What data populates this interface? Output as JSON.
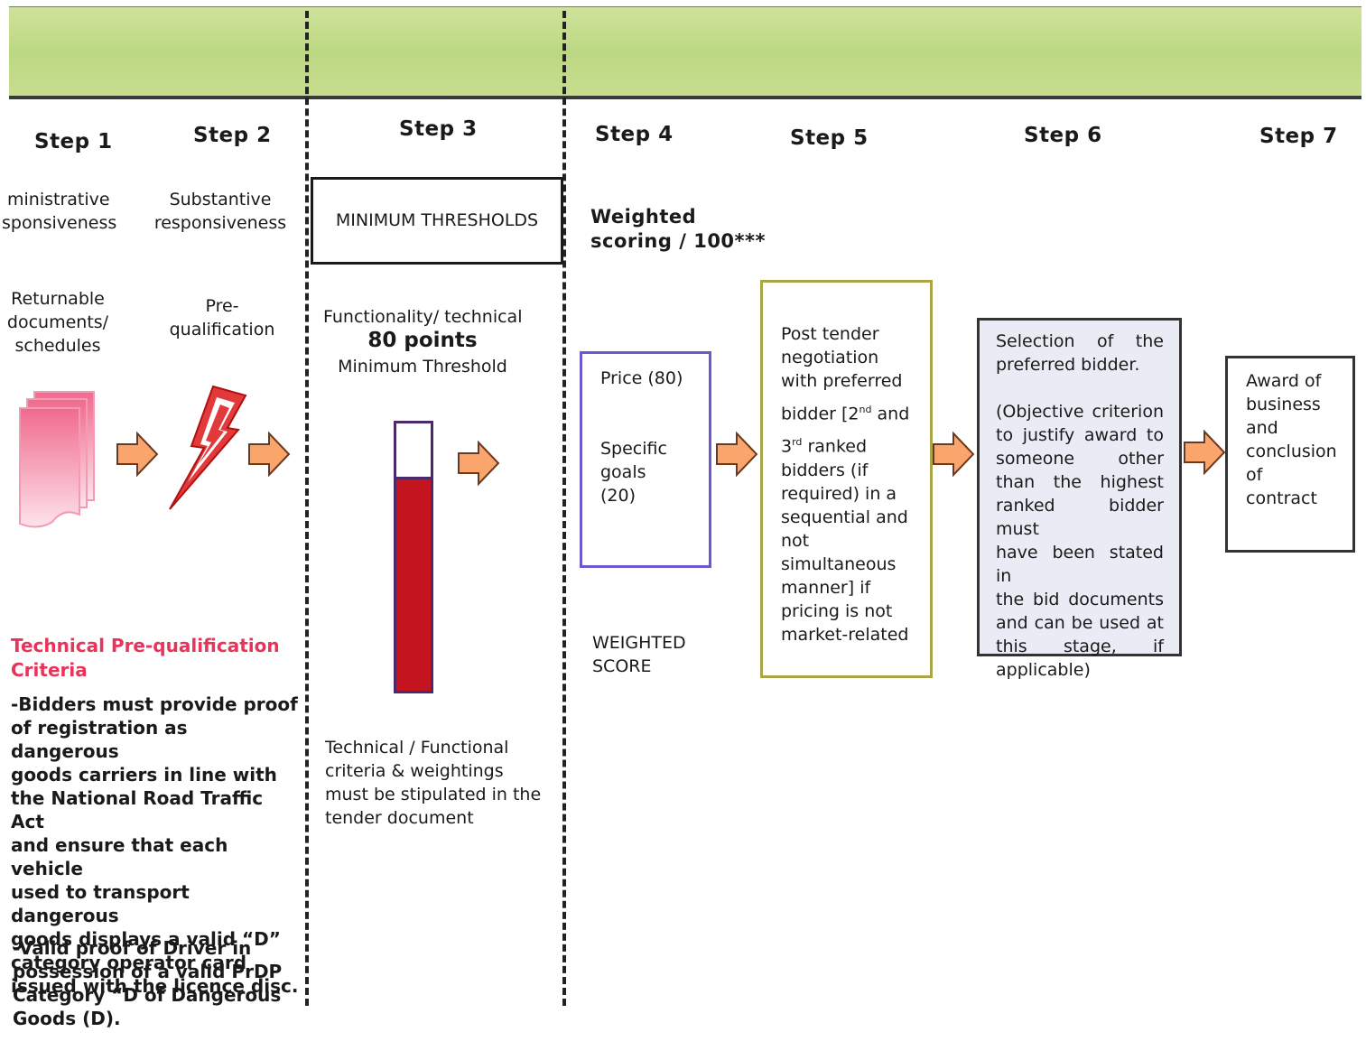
{
  "steps": [
    "Step 1",
    "Step 2",
    "Step 3",
    "Step 4",
    "Step 5",
    "Step 6",
    "Step 7"
  ],
  "step1": {
    "heading_lines": [
      "ministrative",
      "sponsiveness"
    ],
    "docs_lines": [
      "Returnable",
      "documents/",
      "schedules"
    ]
  },
  "step2": {
    "heading_lines": [
      "Substantive",
      "responsiveness"
    ],
    "prequal_lines": [
      "Pre-",
      "qualification"
    ]
  },
  "step3": {
    "threshold_box": "MINIMUM THRESHOLDS",
    "functionality": "Functionality/ technical",
    "points": "80 points",
    "min_threshold": "Minimum Threshold",
    "bar_fill_fraction": 0.8,
    "note_lines": [
      "Technical / Functional",
      "criteria & weightings",
      "must be stipulated in the",
      "tender document"
    ]
  },
  "step4": {
    "title_lines": [
      "Weighted",
      "scoring / 100***"
    ],
    "price": "Price (80)",
    "goals_lines": [
      "Specific",
      "goals",
      "(20)"
    ],
    "score_lines": [
      "WEIGHTED",
      "SCORE"
    ]
  },
  "step5": {
    "line1": "Post tender",
    "line2": "negotiation",
    "line3": "with preferred",
    "line4_a": "bidder [2",
    "line4_sup": "nd",
    "line4_b": " and",
    "line5_a": "3",
    "line5_sup": "rd",
    "line5_b": " ranked",
    "rest_lines": [
      "bidders (if",
      "required) in a",
      "sequential and",
      "not",
      "simultaneous",
      "manner] if",
      "pricing is not",
      "market-related"
    ]
  },
  "step6": {
    "line1": "Selection of the",
    "line2": "preferred bidder.",
    "body_lines": [
      "(Objective criterion",
      "to justify award to",
      "someone other",
      "than the highest",
      "ranked bidder must",
      "have been stated in",
      "the bid documents",
      "and can be used at",
      "this stage, if"
    ],
    "last_line": "applicable)"
  },
  "step7": {
    "lines": [
      "Award of",
      "business",
      "and",
      "conclusion",
      "of",
      "contract"
    ]
  },
  "criteria": {
    "heading_lines": [
      "Technical Pre-qualification",
      "Criteria"
    ],
    "para1_lines": [
      "-Bidders must provide proof",
      "of registration as dangerous",
      "goods carriers in line with",
      "the National Road Traffic Act",
      "and ensure that each vehicle",
      "used to transport dangerous",
      "goods displays a valid “D”",
      "category operator card",
      "issued with the licence disc."
    ],
    "para2_lines": [
      "-Valid proof of Driver in",
      "possession of a valid PrDP",
      "Category “D of Dangerous",
      "Goods (D)."
    ]
  },
  "colors": {
    "arrow_fill": "#f9a56b",
    "arrow_stroke": "#6b3a1e",
    "criteria_heading": "#e8335a",
    "bar_red": "#c4141f",
    "step4_border": "#6a5acd",
    "step5_border": "#a9a64a",
    "step6_fill": "#e9ecf4"
  },
  "icons": [
    "documents-icon",
    "lightning-icon"
  ]
}
